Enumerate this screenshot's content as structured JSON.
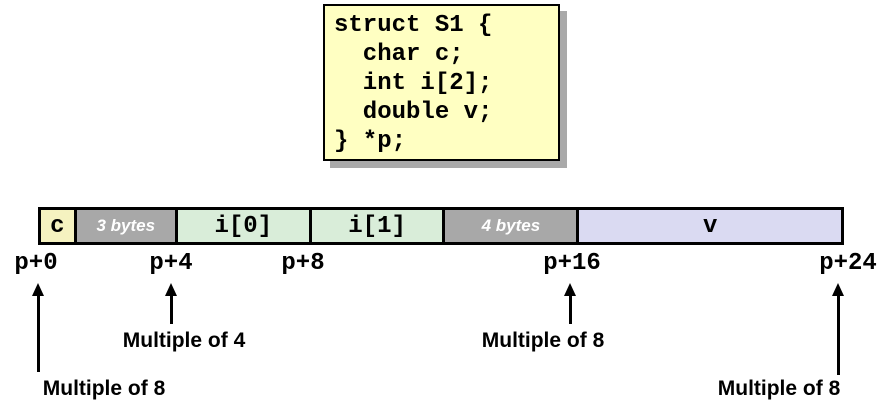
{
  "code_box": {
    "lines": [
      "struct S1 {",
      "  char c;",
      "  int i[2];",
      "  double v;",
      "} *p;"
    ]
  },
  "memory_bar": {
    "cells": [
      {
        "label": "c",
        "bytes": 1,
        "kind": "char"
      },
      {
        "label": "3 bytes",
        "bytes": 3,
        "kind": "padding"
      },
      {
        "label": "i[0]",
        "bytes": 4,
        "kind": "int"
      },
      {
        "label": "i[1]",
        "bytes": 4,
        "kind": "int"
      },
      {
        "label": "4 bytes",
        "bytes": 4,
        "kind": "padding"
      },
      {
        "label": "v",
        "bytes": 8,
        "kind": "double"
      }
    ]
  },
  "offsets": [
    "p+0",
    "p+4",
    "p+8",
    "p+16",
    "p+24"
  ],
  "annotations": [
    {
      "label": "Multiple of 8",
      "target": "p+0"
    },
    {
      "label": "Multiple of 4",
      "target": "p+4"
    },
    {
      "label": "Multiple of 8",
      "target": "p+16"
    },
    {
      "label": "Multiple of 8",
      "target": "p+24"
    }
  ],
  "colors": {
    "code_box_bg": "#FFFFC2",
    "char_cell": "#F5F2C0",
    "padding_cell": "#A8A8A8",
    "int_cell": "#D9EDD9",
    "double_cell": "#DADAF2",
    "padding_text": "#FFFFFF",
    "border": "#000000",
    "shadow": "#A9A9A9"
  }
}
